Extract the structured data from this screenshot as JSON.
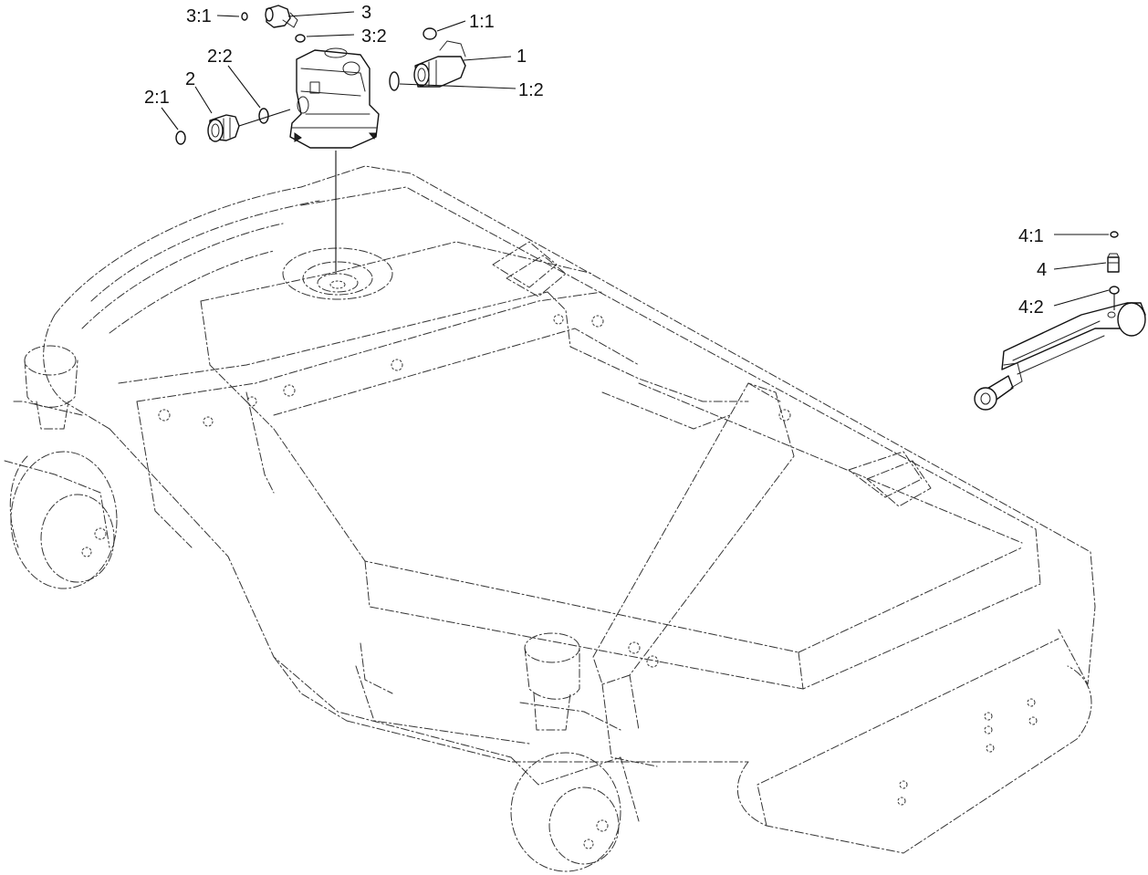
{
  "callouts": [
    {
      "id": "c-3-1",
      "label": "3:1"
    },
    {
      "id": "c-3",
      "label": "3"
    },
    {
      "id": "c-3-2",
      "label": "3:2"
    },
    {
      "id": "c-2-2",
      "label": "2:2"
    },
    {
      "id": "c-2",
      "label": "2"
    },
    {
      "id": "c-2-1",
      "label": "2:1"
    },
    {
      "id": "c-1-1",
      "label": "1:1"
    },
    {
      "id": "c-1",
      "label": "1"
    },
    {
      "id": "c-1-2",
      "label": "1:2"
    },
    {
      "id": "c-4-1",
      "label": "4:1"
    },
    {
      "id": "c-4",
      "label": "4"
    },
    {
      "id": "c-4-2",
      "label": "4:2"
    }
  ],
  "parts": {
    "hydraulic_motor": "hydraulic-motor",
    "fitting_1": "elbow-fitting",
    "fitting_2": "straight-fitting",
    "fitting_3": "elbow-fitting-small",
    "fitting_4": "cylinder-fitting",
    "cylinder": "hydraulic-cylinder",
    "deck": "mower-deck-phantom"
  },
  "colors": {
    "ink": "#111111",
    "background": "#ffffff"
  }
}
